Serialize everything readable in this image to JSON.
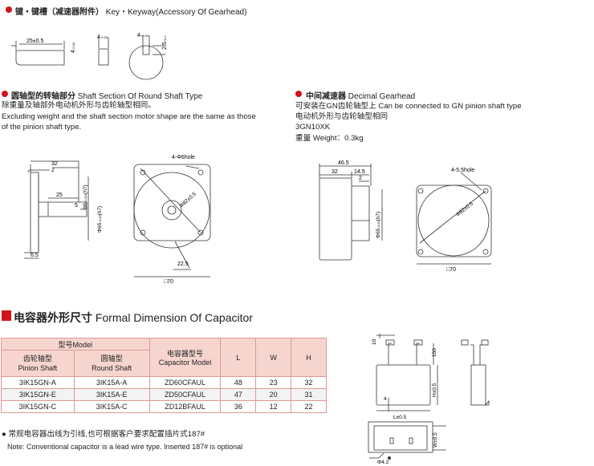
{
  "section1": {
    "title_cn": "键・键槽（减速器附件）",
    "title_en": "Key・Keyway(Accessory Of Gearhead)",
    "dims": {
      "len": "25±0.5",
      "a": "4",
      "a_tol": "-0.03",
      "b": "4",
      "b_tol": "-0.03",
      "c": "4",
      "c_tol": "+0.04",
      "d": "2.5",
      "d_tol": "+0.1"
    }
  },
  "section2": {
    "title_cn": "圆轴型的转轴部分",
    "title_en": "Shaft Section Of Round Shaft Type",
    "line1": "除重量及轴部外电动机外形与齿轮轴型相同。",
    "line2": "Excluding weight and the shaft section motor shape are the same as those",
    "line3": "of the pinion shaft type.",
    "dims": {
      "d32": "32",
      "d2": "2",
      "d25": "25",
      "d5": "5",
      "d65": "6.5",
      "shaft": "Φ8",
      "shaft_tol": "-0.015",
      "shaft_fit": "(h7)",
      "body": "Φ65",
      "body_tol": "-0.03",
      "body_fit": "(h7)",
      "hole": "4-Φ6hole",
      "pcd": "Φ82±0.5",
      "d225": "22.5",
      "sq": "□70"
    }
  },
  "section3": {
    "title_cn": "中间减速器",
    "title_en": "Decimal Gearhead",
    "line1": "可安装在GN齿轮轴型上 Can be connected to GN pinion shaft type",
    "line2": "电动机外形与齿轮轴型相同",
    "model": "3GN10XK",
    "weight": "重量 Weight：0.3kg",
    "dims": {
      "d465": "46.5",
      "d32": "32",
      "d145": "14.5",
      "d2": "2",
      "body": "Φ65",
      "body_tol": "-0.03",
      "body_fit": "(h7)",
      "hole": "4-5.5hole",
      "pcd": "Φ82±0.5",
      "sq": "□70"
    }
  },
  "capacitor": {
    "title_cn": "电容器外形尺寸",
    "title_en": "Formal Dimension Of Capacitor",
    "table": {
      "model": "型号Model",
      "pinion_cn": "齿轮轴型",
      "pinion_en": "Pinion Shaft",
      "round_cn": "圆轴型",
      "round_en": "Round Shaft",
      "cap_cn": "电容器型号",
      "cap_en": "Capacitor Model",
      "L": "L",
      "W": "W",
      "H": "H",
      "rows": [
        {
          "pinion": "3IK15GN-A",
          "round": "3IK15A-A",
          "cap": "ZD60CFAUL",
          "L": "48",
          "W": "23",
          "H": "32"
        },
        {
          "pinion": "3IK15GN-E",
          "round": "3IK15A-E",
          "cap": "ZD50CFAUL",
          "L": "47",
          "W": "20",
          "H": "31"
        },
        {
          "pinion": "3IK15GN-C",
          "round": "3IK15A-C",
          "cap": "ZD12BFAUL",
          "L": "36",
          "W": "12",
          "H": "22"
        }
      ]
    },
    "note1": "● 常规电容器出线为引线,也可根据客户要求配置插片式187#",
    "note2": "Note: Conventional capacitor is a lead wire type. Inserted 187# is optional",
    "dims": {
      "d10": "10",
      "d150": "150",
      "H": "H±0.5",
      "d4": "4",
      "L": "L±0.5",
      "W": "W±0.5",
      "hole": "Φ4.2"
    }
  }
}
